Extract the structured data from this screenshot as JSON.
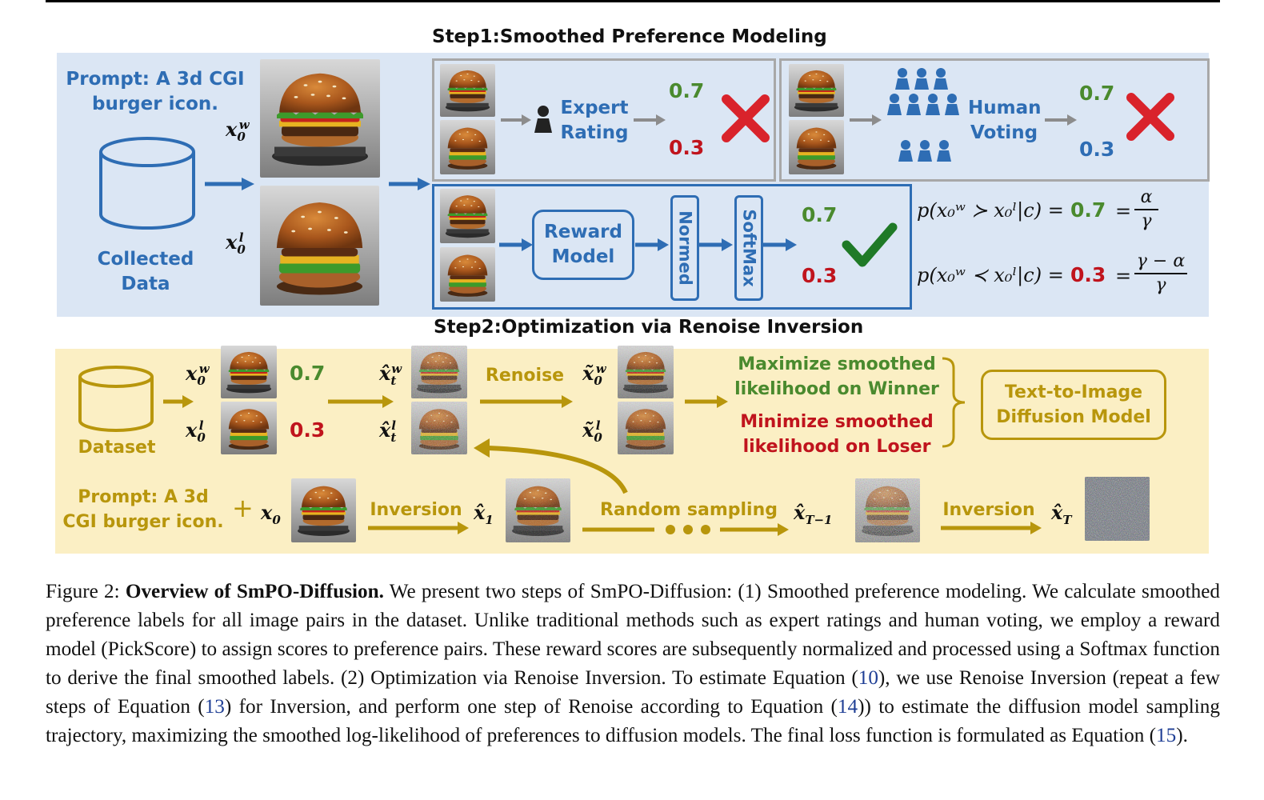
{
  "step1": {
    "title": "Step1:Smoothed Preference Modeling",
    "prompt_line1": "Prompt: A 3d CGI",
    "prompt_line2": "burger icon.",
    "collected_line1": "Collected",
    "collected_line2": "Data",
    "xw": "x",
    "xl": "x",
    "expert_line1": "Expert",
    "expert_line2": "Rating",
    "human_line1": "Human",
    "human_line2": "Voting",
    "reward_line1": "Reward",
    "reward_line2": "Model",
    "normed": "Normed",
    "softmax": "SoftMax",
    "score_win": "0.7",
    "score_lose": "0.3",
    "eq1_lhs": "p(x₀ʷ ≻ x₀ˡ|c) =",
    "eq2_lhs": "p(x₀ʷ ≺ x₀ˡ|c) =",
    "eq1_num": "α",
    "eq1_den": "γ",
    "eq2_num": "γ − α",
    "eq2_den": "γ"
  },
  "step2": {
    "title": "Step2:Optimization via Renoise Inversion",
    "dataset": "Dataset",
    "score_win": "0.7",
    "score_lose": "0.3",
    "renoise": "Renoise",
    "max_line1": "Maximize smoothed",
    "max_line2": "likelihood on Winner",
    "min_line1": "Minimize smoothed",
    "min_line2": "likelihood on Loser",
    "t2i_line1": "Text-to-Image",
    "t2i_line2": "Diffusion Model",
    "prompt_line1": "Prompt: A 3d",
    "prompt_line2": "CGI burger icon.",
    "plus": "+",
    "inversion": "Inversion",
    "random_sampling": "Random sampling",
    "inversion2": "Inversion"
  },
  "caption": {
    "prefix": "Figure 2: ",
    "bold": "Overview of SmPO-Diffusion.",
    "t1": " We present two steps of SmPO-Diffusion: (1) Smoothed preference modeling. We calculate smoothed preference labels for all image pairs in the dataset. Unlike traditional methods such as expert ratings and human voting, we employ a reward model (PickScore) to assign scores to preference pairs. These reward scores are subsequently normalized and processed using a Softmax function to derive the final smoothed labels. (2) Optimization via Renoise Inversion. To estimate Equation (",
    "ref10": "10",
    "t2": "), we use Renoise Inversion (repeat a few steps of Equation (",
    "ref13": "13",
    "t3": ") for Inversion, and perform one step of Renoise according to Equation (",
    "ref14": "14",
    "t4": ")) to estimate the diffusion model sampling trajectory, maximizing the smoothed log-likelihood of preferences to diffusion models. The final loss function is formulated as Equation (",
    "ref15": "15",
    "t5": ")."
  },
  "colors": {
    "blue": "#2e6db4",
    "gold": "#b8960c",
    "green": "#4a8a2e",
    "red": "#c0141d",
    "step1_bg": "#dbe6f4",
    "step2_bg": "#fbefc4"
  }
}
